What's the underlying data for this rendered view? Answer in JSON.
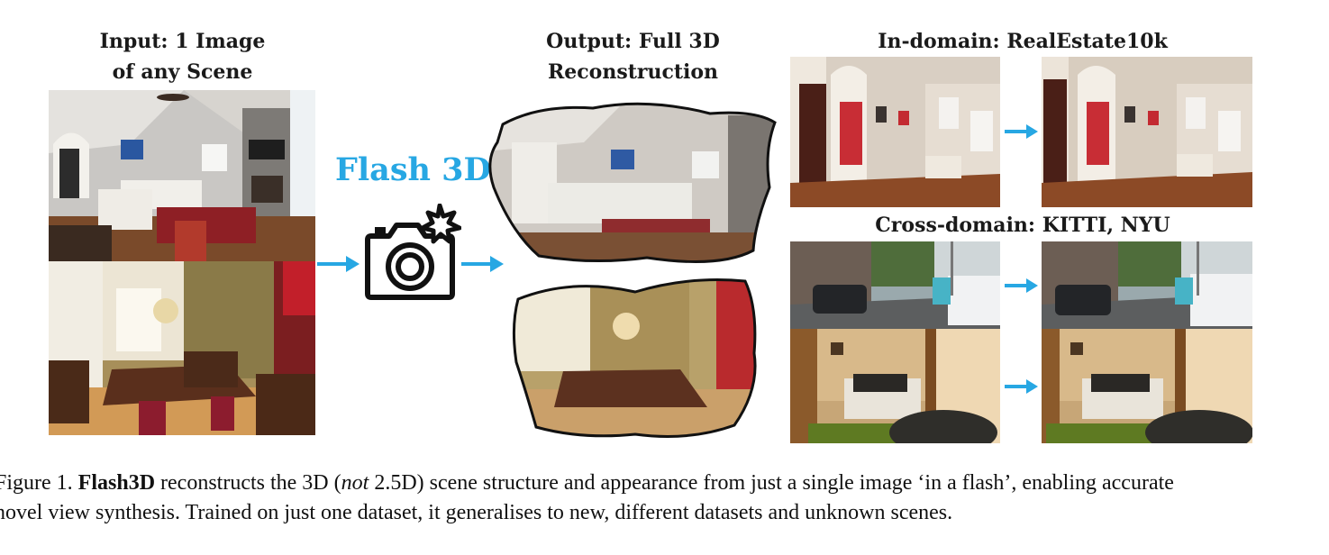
{
  "figure": {
    "input_title_line1": "Input: 1 Image",
    "input_title_line2": "of any Scene",
    "method_name": "Flash 3D",
    "output_title_line1": "Output: Full 3D",
    "output_title_line2": "Reconstruction",
    "in_domain_title": "In-domain: RealEstate10k",
    "cross_domain_title": "Cross-domain: KITTI, NYU",
    "accent_color": "#27a7e3",
    "icons": [
      "camera-flash-icon",
      "arrow-right-icon"
    ]
  },
  "caption": {
    "prefix": "Figure 1. ",
    "bold": "Flash3D",
    "part1": " reconstructs the 3D (",
    "italic": "not",
    "part2": " 2.5D) scene structure and appearance from just a single image ‘in a flash’, enabling accurate",
    "line2": "novel view synthesis. Trained on just one dataset, it generalises to new, different datasets and unknown scenes."
  }
}
